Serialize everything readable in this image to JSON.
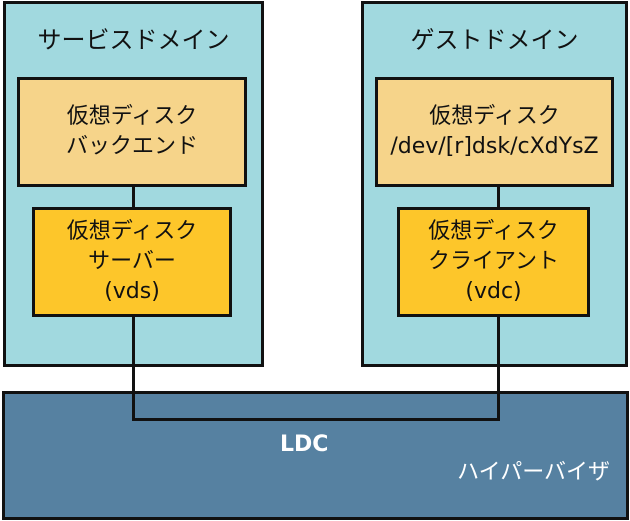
{
  "service_domain": {
    "title": "サービスドメイン",
    "backend": [
      "仮想ディスク",
      "バックエンド"
    ],
    "server": [
      "仮想ディスク",
      "サーバー",
      "(vds)"
    ]
  },
  "guest_domain": {
    "title": "ゲストドメイン",
    "device": [
      "仮想ディスク",
      "/dev/[r]dsk/cXdYsZ"
    ],
    "client": [
      "仮想ディスク",
      "クライアント",
      "(vdc)"
    ]
  },
  "hypervisor": {
    "label": "ハイパーバイザ",
    "channel": "LDC"
  },
  "colors": {
    "domain": "#a1d9df",
    "backend": "#f6d48a",
    "server": "#fdc62a",
    "hypervisor": "#5681a1"
  }
}
